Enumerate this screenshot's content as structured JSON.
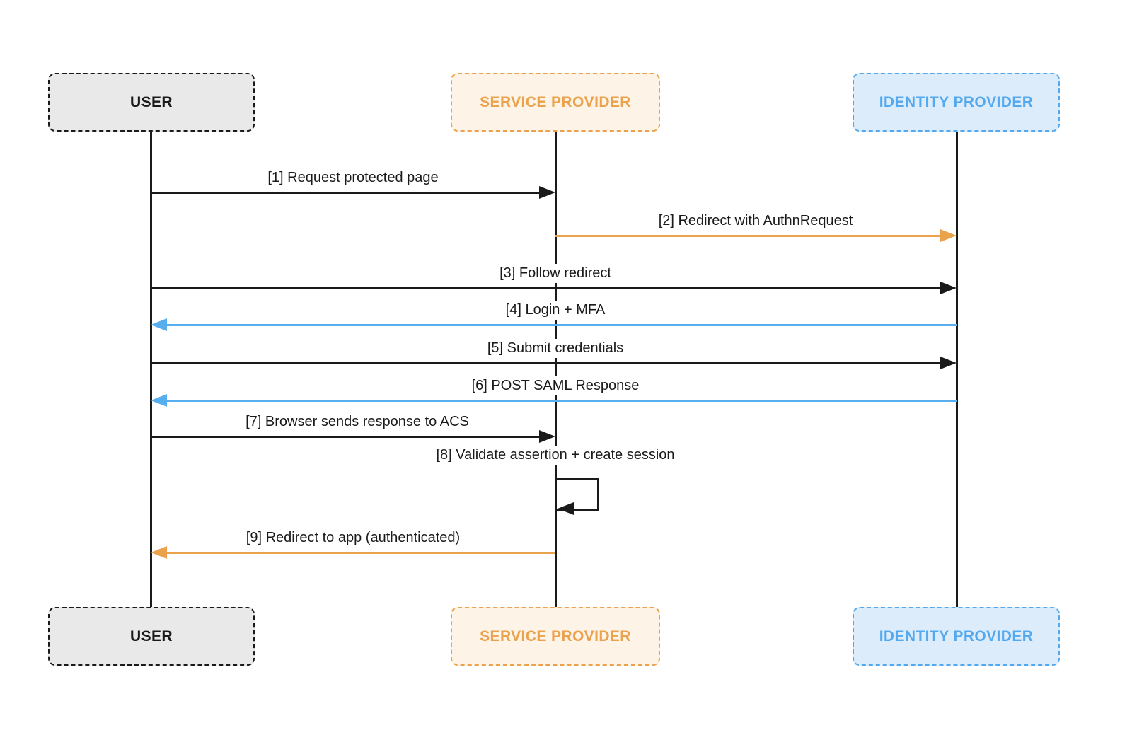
{
  "diagram": {
    "kind": "sequence-diagram",
    "actors": {
      "user": {
        "label": "USER"
      },
      "service_provider": {
        "label": "SERVICE PROVIDER"
      },
      "identity_provider": {
        "label": "IDENTITY PROVIDER"
      }
    },
    "messages": [
      {
        "step": "[1]",
        "label": "[1] Request protected page",
        "from": "USER",
        "to": "SERVICE PROVIDER",
        "color": "black",
        "self": false
      },
      {
        "step": "[2]",
        "label": "[2] Redirect with AuthnRequest",
        "from": "SERVICE PROVIDER",
        "to": "IDENTITY PROVIDER",
        "color": "orange",
        "self": false
      },
      {
        "step": "[3]",
        "label": "[3] Follow redirect",
        "from": "USER",
        "to": "IDENTITY PROVIDER",
        "color": "black",
        "self": false
      },
      {
        "step": "[4]",
        "label": "[4] Login + MFA",
        "from": "IDENTITY PROVIDER",
        "to": "USER",
        "color": "blue",
        "self": false
      },
      {
        "step": "[5]",
        "label": "[5] Submit credentials",
        "from": "USER",
        "to": "IDENTITY PROVIDER",
        "color": "black",
        "self": false
      },
      {
        "step": "[6]",
        "label": "[6] POST SAML Response",
        "from": "IDENTITY PROVIDER",
        "to": "USER",
        "color": "blue",
        "self": false
      },
      {
        "step": "[7]",
        "label": "[7] Browser sends response to ACS",
        "from": "USER",
        "to": "SERVICE PROVIDER",
        "color": "black",
        "self": false
      },
      {
        "step": "[8]",
        "label": "[8] Validate assertion + create session",
        "from": "SERVICE PROVIDER",
        "to": "SERVICE PROVIDER",
        "color": "black",
        "self": true
      },
      {
        "step": "[9]",
        "label": "[9] Redirect to app (authenticated)",
        "from": "SERVICE PROVIDER",
        "to": "USER",
        "color": "orange",
        "self": false
      }
    ],
    "colors": {
      "message_black": "#1a1a1a",
      "message_orange": "#eba24c",
      "message_blue": "#57aeee",
      "user_box_bg": "#e9e9e9",
      "user_box_border": "#1a1a1a",
      "service_provider_box_bg": "#fdf3e7",
      "service_provider_box_border": "#eba24c",
      "identity_provider_box_bg": "#ddecfb",
      "identity_provider_box_border": "#54a9ee",
      "background": "#ffffff"
    }
  }
}
